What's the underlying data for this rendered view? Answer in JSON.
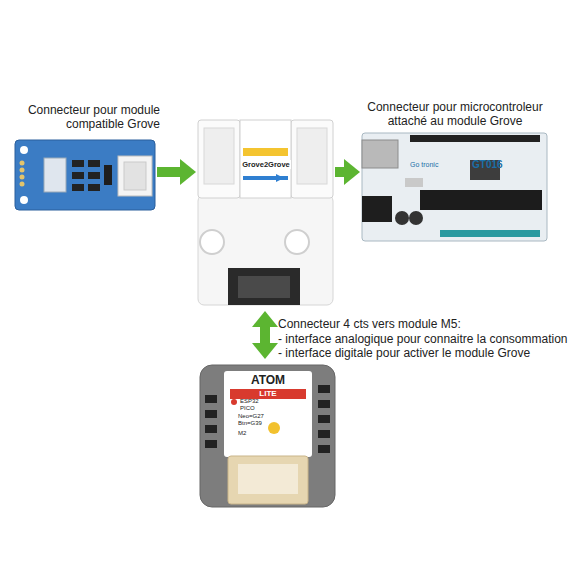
{
  "diagram": {
    "nodes": [
      {
        "text": [
          "Connecteur pour module compatible Grove"
        ]
      },
      {
        "text": [
          "Grove2Grove"
        ]
      },
      {
        "text": [
          "Connecteur pour microcontroleur attaché au module Grove",
          "Go tronic",
          "GT016"
        ]
      },
      {
        "text": [
          "ATOM",
          "LITE"
        ]
      }
    ],
    "edges": [
      {
        "from": 0,
        "to": 1,
        "arrow": "to"
      },
      {
        "from": 1,
        "to": 2,
        "arrow": "to"
      },
      {
        "from": 1,
        "to": 3,
        "arrow": "both",
        "label": "Connecteur 4 cts vers module M5:"
      }
    ],
    "labels": [
      "- interface analogique pour connaitre la consommation",
      "- interface digitale pour activer le module Grove",
      "ESP32",
      "PICO",
      "Neo=G27",
      "Btn=G39",
      "M2"
    ]
  }
}
